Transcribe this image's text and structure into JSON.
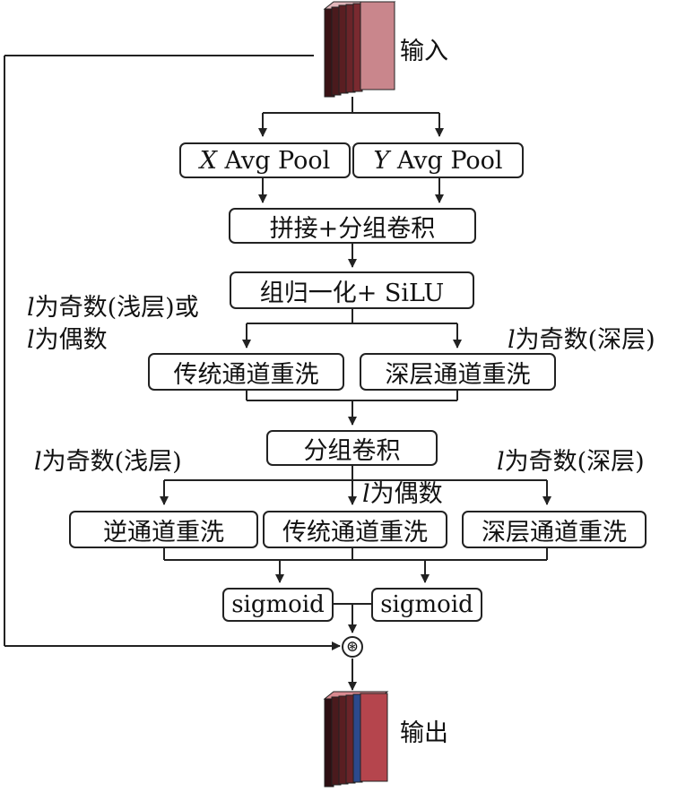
{
  "io": {
    "input": "输入",
    "output": "输出"
  },
  "pool": {
    "x_axis": "X",
    "y_axis": "Y",
    "suffix": "Avg Pool"
  },
  "concat_conv": "拼接+分组卷积",
  "norm_act": "组归一化+ SiLU",
  "group_conv": "分组卷积",
  "shuffle": {
    "traditional": "传统通道重洗",
    "deep": "深层通道重洗",
    "reverse": "逆通道重洗"
  },
  "cond": {
    "var": "l",
    "odd_shallow_or": "为奇数(浅层)或",
    "even": "为偶数",
    "odd_deep": "为奇数(深层)",
    "odd_shallow": "为奇数(浅层)"
  },
  "sigmoid": "sigmoid",
  "operator_symbol": "⊛",
  "colors": {
    "tensor_face": "#c9868c",
    "tensor_dark": "#5a1e22",
    "tensor_mid": "#9b4048",
    "stroke": "#222222"
  }
}
